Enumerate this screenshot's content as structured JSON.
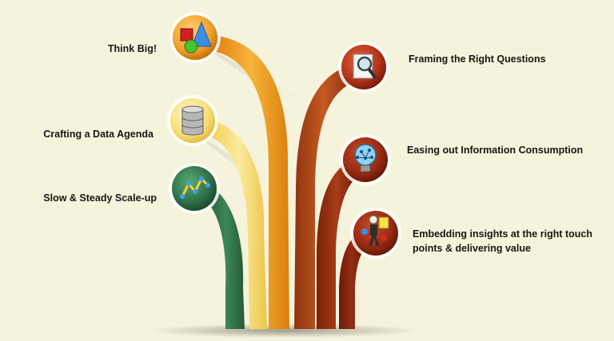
{
  "items": [
    {
      "label": "Think Big!",
      "icon": "shapes-icon"
    },
    {
      "label": "Crafting a Data Agenda",
      "icon": "database-icon"
    },
    {
      "label": "Slow & Steady Scale-up",
      "icon": "growth-chart-icon"
    },
    {
      "label": "Framing the Right Questions",
      "icon": "magnifier-document-icon"
    },
    {
      "label": "Easing out Information Consumption",
      "icon": "lightbulb-network-icon"
    },
    {
      "label": "Embedding insights at the right touch points & delivering value",
      "icon": "presenter-icon"
    }
  ],
  "colors": {
    "background": "#f6f3dc",
    "green": "#2f7048",
    "yellow": "#f7d968",
    "orange": "#f0a126",
    "rust": "#a8461a",
    "brown": "#8e2d12",
    "dark": "#7b2410"
  }
}
